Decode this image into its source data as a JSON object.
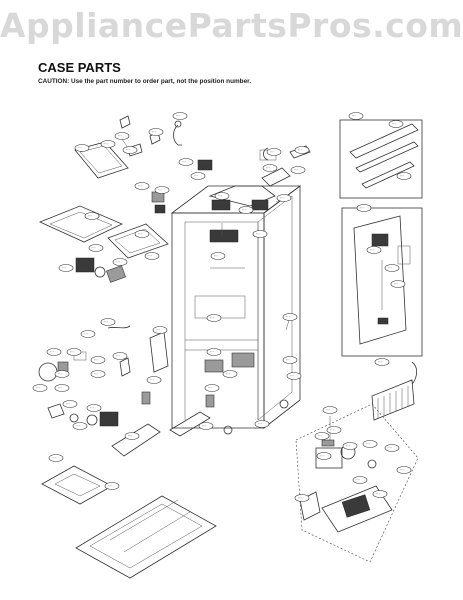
{
  "watermark": "AppliancePartsPros.com",
  "section_title": "CASE PARTS",
  "caution": "CAUTION: Use the part number to order part, not the position number.",
  "colors": {
    "watermark": "#d8d8d8",
    "line": "#333333",
    "fill_gray": "#9a9a9a"
  },
  "callout_text": "···"
}
